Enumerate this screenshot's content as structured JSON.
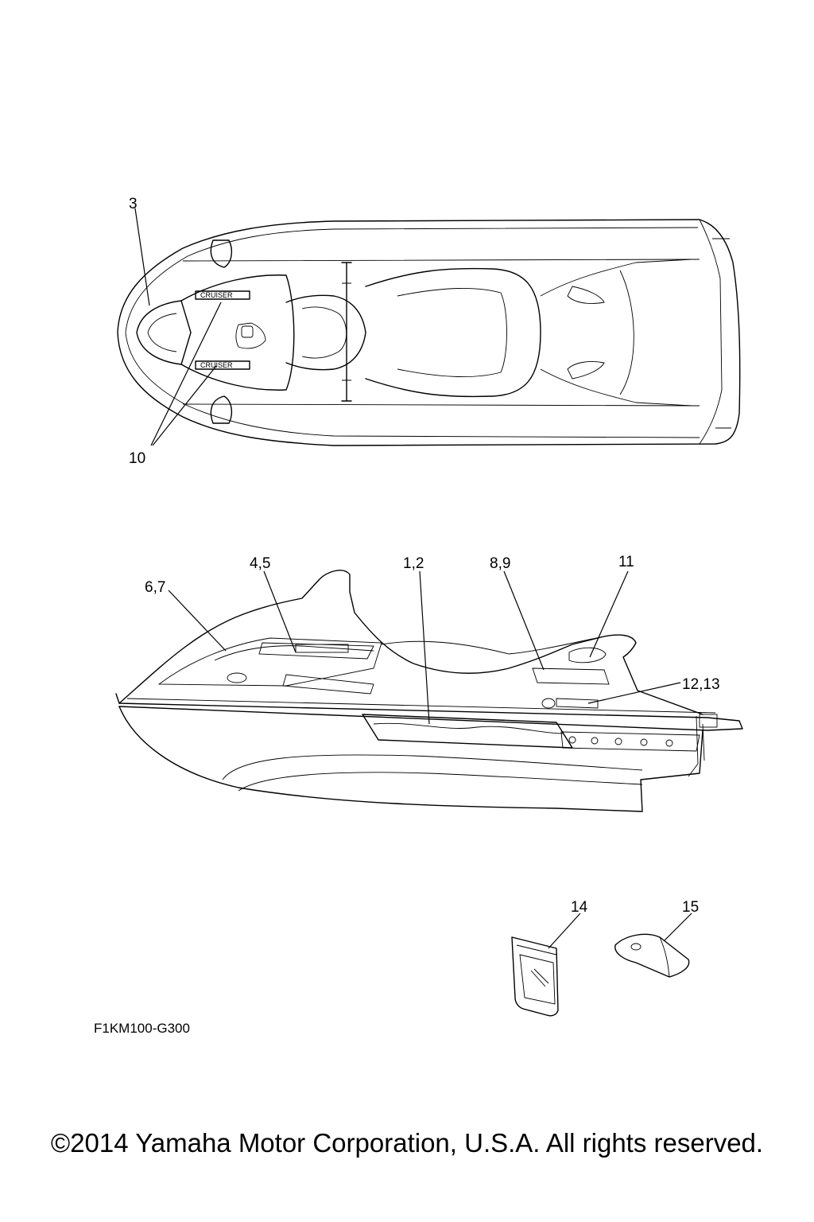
{
  "callouts": {
    "c3": "3",
    "c10": "10",
    "c45": "4,5",
    "c12": "1,2",
    "c89": "8,9",
    "c11": "11",
    "c67": "6,7",
    "c1213": "12,13",
    "c14": "14",
    "c15": "15"
  },
  "figure_code": "F1KM100-G300",
  "copyright": "©2014 Yamaha Motor Corporation, U.S.A. All rights reserved."
}
